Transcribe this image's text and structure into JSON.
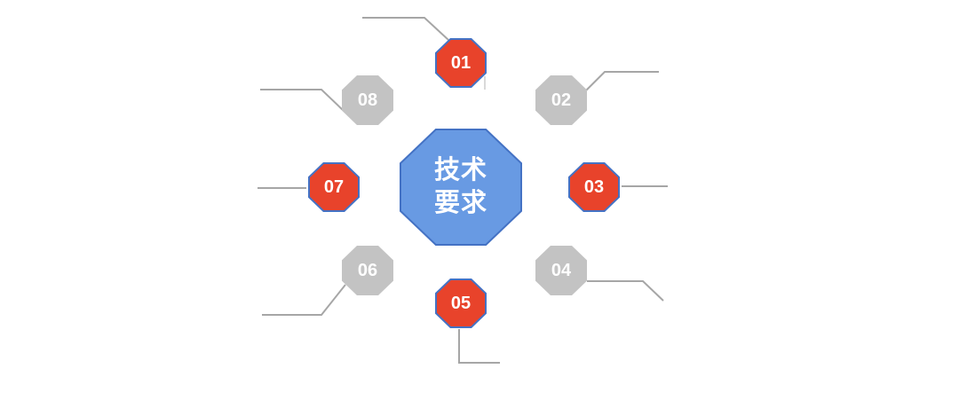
{
  "diagram": {
    "center": {
      "line1": "技术",
      "line2": "要求",
      "full_label": "技术要求"
    },
    "nodes": [
      {
        "id": "01",
        "label": "01",
        "variant": "red"
      },
      {
        "id": "02",
        "label": "02",
        "variant": "gray"
      },
      {
        "id": "03",
        "label": "03",
        "variant": "red"
      },
      {
        "id": "04",
        "label": "04",
        "variant": "gray"
      },
      {
        "id": "05",
        "label": "05",
        "variant": "red"
      },
      {
        "id": "06",
        "label": "06",
        "variant": "gray"
      },
      {
        "id": "07",
        "label": "07",
        "variant": "red"
      },
      {
        "id": "08",
        "label": "08",
        "variant": "gray"
      }
    ],
    "colors": {
      "background": "#FFFFFF",
      "center_fill": "#689AE3",
      "center_border": "#4472C4",
      "node_red_fill": "#E8432B",
      "node_red_border": "#4472C4",
      "node_gray_fill": "#C3C3C3",
      "leader_line": "#A6A6A6",
      "faint_tick": "#D9D9D9",
      "label_text": "#FFFFFF"
    }
  }
}
